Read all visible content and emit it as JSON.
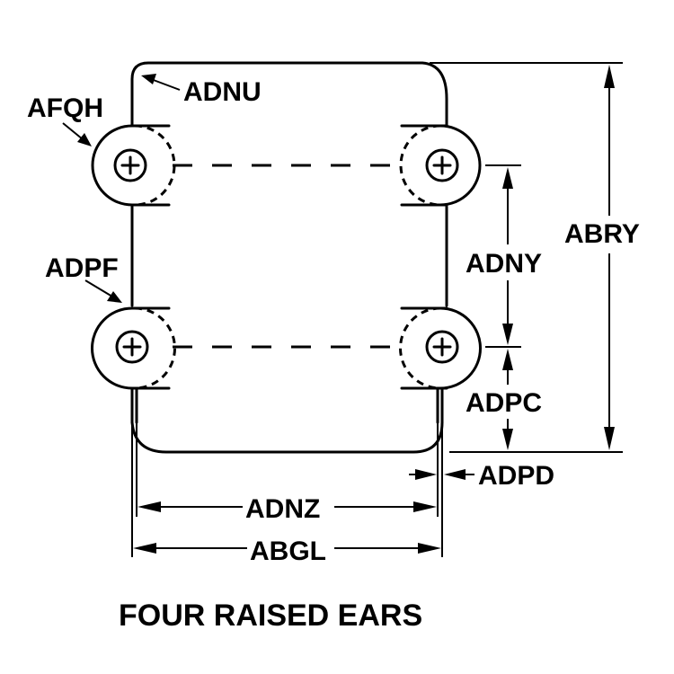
{
  "labels": {
    "adnu": "ADNU",
    "afqh": "AFQH",
    "adpf": "ADPF",
    "abry": "ABRY",
    "adny": "ADNY",
    "adpc": "ADPC",
    "adpd": "ADPD",
    "adnz": "ADNZ",
    "abgl": "ABGL"
  },
  "caption": "FOUR RAISED EARS",
  "colors": {
    "ink": "#000000",
    "background": "#ffffff"
  }
}
